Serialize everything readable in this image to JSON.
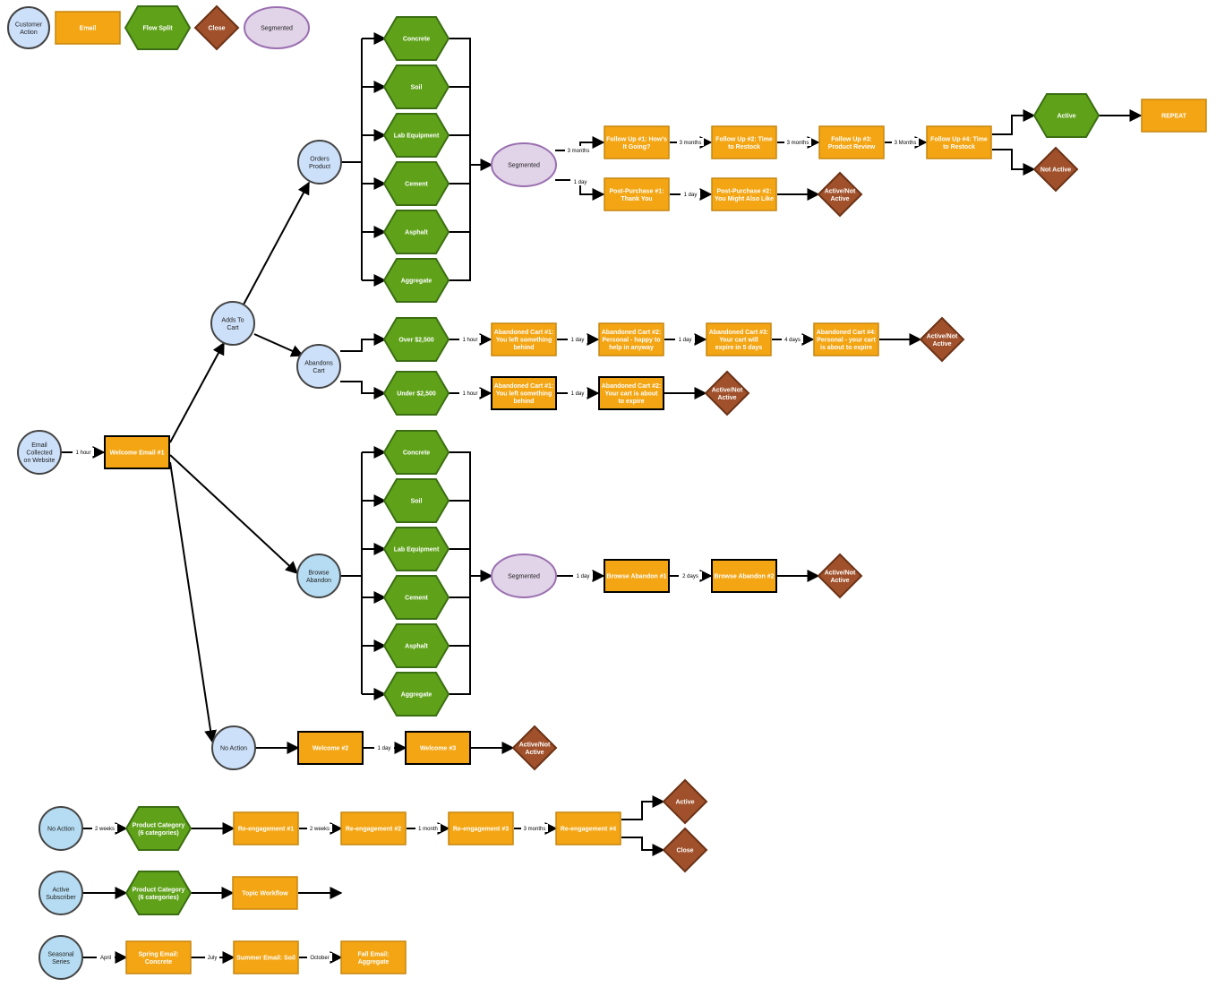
{
  "legend": {
    "customer_action": "Customer Action",
    "email": "Email",
    "flow_split": "Flow Split",
    "close": "Close",
    "segmented": "Segmented"
  },
  "colors": {
    "customer_fill": "#cce0f9",
    "customer_stroke": "#444444",
    "email_fill": "#f3a513",
    "email_stroke": "#c8860f",
    "split_fill": "#5fa21a",
    "split_stroke": "#3b6e12",
    "close_fill": "#a0512b",
    "close_stroke": "#6b3216",
    "segmented_fill": "#e1d3e8",
    "segmented_stroke": "#9a6fb0"
  },
  "nodes": {
    "email_collected": "Email Collected on Website",
    "welcome1": "Welcome Email #1",
    "adds_to_cart": "Adds To Cart",
    "orders_product": "Orders Product",
    "abandons_cart": "Abandons Cart",
    "browse_abandon": "Browse Abandon",
    "no_action": "No Action",
    "order_splits": [
      "Concrete",
      "Soil",
      "Lab Equipment",
      "Cement",
      "Asphalt",
      "Aggregate"
    ],
    "browse_splits": [
      "Concrete",
      "Soil",
      "Lab Equipment",
      "Cement",
      "Asphalt",
      "Aggregate"
    ],
    "segmented_order": "Segmented",
    "segmented_browse": "Segmented",
    "follow_up1": "Follow Up #1: How's It Going?",
    "follow_up2": "Follow Up #2: Time to Restock",
    "follow_up3": "Follow Up #3: Product Review",
    "follow_up4": "Follow Up #4: Time to Restock",
    "active": "Active",
    "not_active": "Not Active",
    "repeat": "REPEAT",
    "post_purchase1": "Post-Purchase #1: Thank You",
    "post_purchase2": "Post-Purchase #2: You Might Also Like",
    "active_not_active_pp": "Active/Not Active",
    "over_2500": "Over $2,500",
    "under_2500": "Under $2,500",
    "ac_over1": "Abandoned Cart #1: You left something behind",
    "ac_over2": "Abandoned Cart #2: Personal - happy to help in anyway",
    "ac_over3": "Abandoned Cart #3: Your cart will expire in 5 days",
    "ac_over4": "Abandoned Cart #4: Personal - your cart is about to expire",
    "active_not_active_over": "Active/Not Active",
    "ac_under1": "Abandoned Cart #1: You left something behind",
    "ac_under2": "Abandoned Cart #2: Your cart is about to expire",
    "active_not_active_under": "Active/Not Active",
    "browse_abandon1": "Browse Abandon #1",
    "browse_abandon2": "Browse Abandon #2",
    "active_not_active_browse": "Active/Not Active",
    "welcome2": "Welcome #2",
    "welcome3": "Welcome #3",
    "active_not_active_welcome": "Active/Not Active",
    "no_action_2": "No Action",
    "product_category_1": "Product Category (6 categories)",
    "reengagement1": "Re-engagement #1",
    "reengagement2": "Re-engagement #2",
    "reengagement3": "Re-engagement #3",
    "reengagement4": "Re-engagement #4",
    "re_active": "Active",
    "re_close": "Close",
    "active_subscriber": "Active Subscriber",
    "product_category_2": "Product Category (6 categories)",
    "topic_workflow": "Topic Workflow",
    "seasonal_series": "Seasonal Series",
    "spring_email": "Spring Email: Concrete",
    "summer_email": "Summer Email: Soil",
    "fall_email": "Fall Email: Aggregate"
  },
  "edge_labels": {
    "one_hour": "1 hour",
    "three_months": "3 months",
    "three_months_cap": "3 Months",
    "one_day": "1 day",
    "one_hour_alt": "1 hour",
    "one_day_plain": "1 day",
    "four_days": "4 days",
    "two_days": "2 days",
    "two_weeks": "2 weeks",
    "one_month": "1 month",
    "april": "April",
    "july": "July",
    "october": "October"
  }
}
